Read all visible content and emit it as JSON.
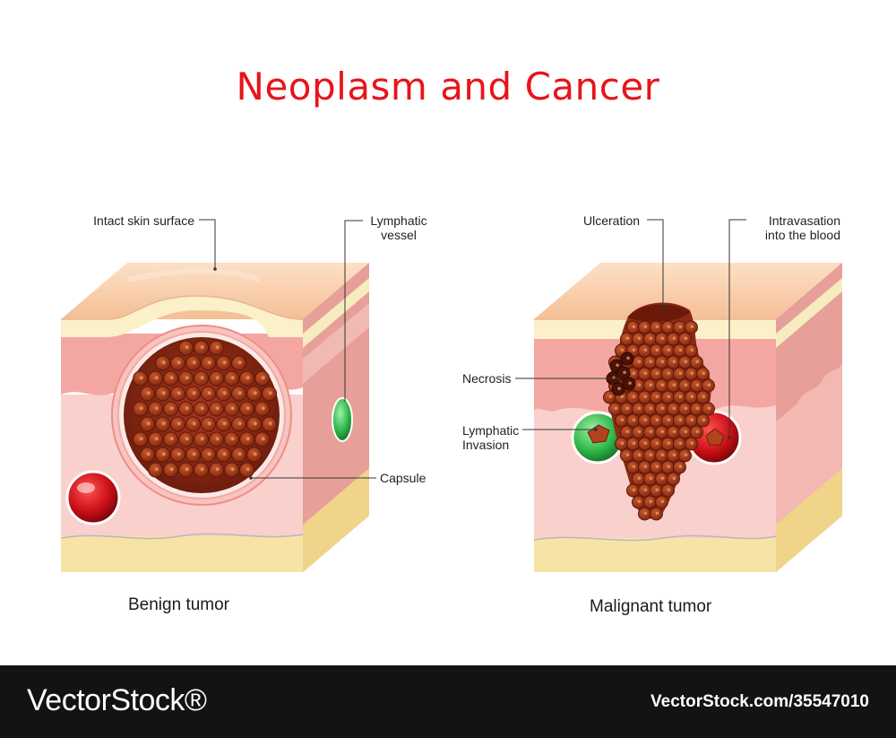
{
  "title": "Neoplasm and Cancer",
  "benign": {
    "caption": "Benign tumor",
    "labels": {
      "skin": "Intact skin surface",
      "lymph_1": "Lymphatic",
      "lymph_2": "vessel",
      "capsule": "Capsule"
    }
  },
  "malignant": {
    "caption": "Malignant tumor",
    "labels": {
      "ulceration": "Ulceration",
      "intrav_1": "Intravasation",
      "intrav_2": "into the blood",
      "necrosis": "Necrosis",
      "invasion_1": "Lymphatic",
      "invasion_2": "Invasion"
    }
  },
  "colors": {
    "title": "#e8141b",
    "skin_top": "#f7c9a6",
    "epidermis": "#fbf0c8",
    "dermis": "#f4a7a2",
    "hypodermis": "#f9d0cc",
    "fat": "#f7e3a6",
    "tumor": "#8c2a14",
    "blood_vessel": "#c90f16",
    "lymph_vessel": "#2fb74a"
  },
  "footer": {
    "brand": "VectorStock®",
    "url": "VectorStock.com/35547010"
  }
}
